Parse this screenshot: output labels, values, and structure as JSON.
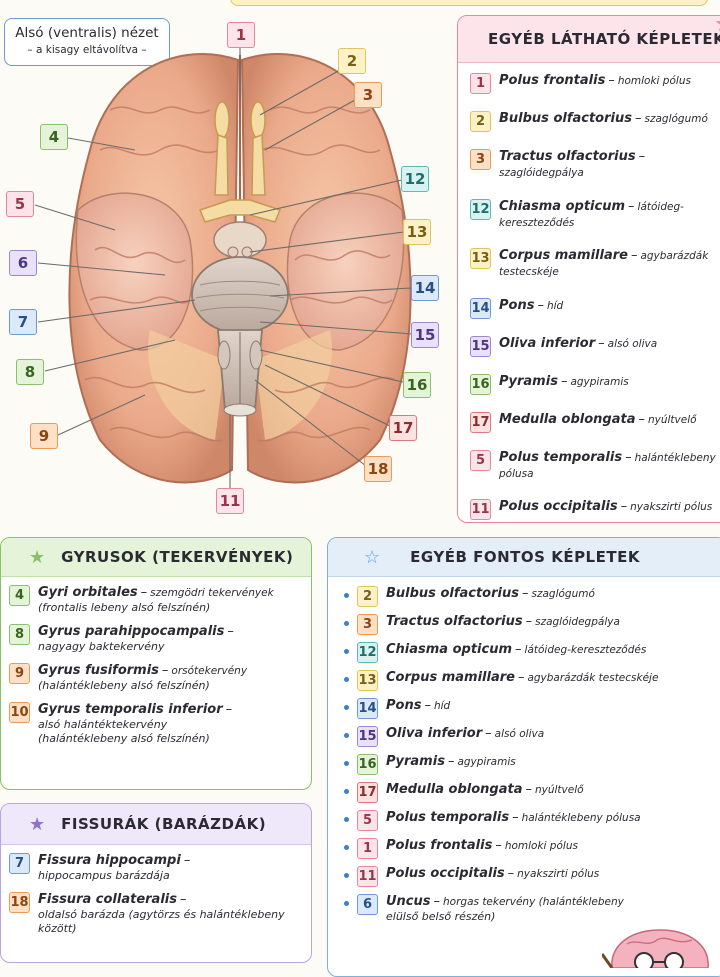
{
  "view": {
    "title": "Alsó (ventralis) nézet",
    "subtitle": "– a kisagy eltávolítva –"
  },
  "callouts": [
    "1",
    "2",
    "3",
    "4",
    "5",
    "6",
    "7",
    "8",
    "9",
    "11",
    "12",
    "13",
    "14",
    "15",
    "16",
    "17",
    "18"
  ],
  "visible_panel": {
    "title": "EGYÉB LÁTHATÓ KÉPLETEK",
    "items": [
      {
        "num": "1",
        "latin": "Polus frontalis",
        "hun": "homloki pólus",
        "color": "pink"
      },
      {
        "num": "2",
        "latin": "Bulbus olfactorius",
        "hun": "szaglógumó",
        "color": "yellow"
      },
      {
        "num": "3",
        "latin": "Tractus olfactorius",
        "hun": "szaglóidegpálya",
        "color": "orange"
      },
      {
        "num": "12",
        "latin": "Chiasma opticum",
        "hun": "látóideg-kereszteződés",
        "color": "teal"
      },
      {
        "num": "13",
        "latin": "Corpus mamillare",
        "hun": "agybarázdák testecskéje",
        "color": "yellow"
      },
      {
        "num": "14",
        "latin": "Pons",
        "hun": "híd",
        "color": "blue"
      },
      {
        "num": "15",
        "latin": "Oliva inferior",
        "hun": "alsó oliva",
        "color": "purple"
      },
      {
        "num": "16",
        "latin": "Pyramis",
        "hun": "agypiramis",
        "color": "green"
      },
      {
        "num": "17",
        "latin": "Medulla oblongata",
        "hun": "nyúltvelő",
        "color": "red"
      },
      {
        "num": "5",
        "latin": "Polus temporalis",
        "hun": "halántéklebeny pólusa",
        "color": "pink"
      },
      {
        "num": "11",
        "latin": "Polus occipitalis",
        "hun": "nyakszirti pólus",
        "color": "pink"
      }
    ]
  },
  "gyrus_panel": {
    "title": "GYRUSOK (TEKERVÉNYEK)",
    "items": [
      {
        "num": "4",
        "latin": "Gyri orbitales",
        "hun": "szemgödri tekervények",
        "extra": "(frontalis lebeny alsó felszínén)",
        "color": "green"
      },
      {
        "num": "8",
        "latin": "Gyrus parahippocampalis",
        "hun": "",
        "extra": "nagyagy baktekervény",
        "color": "green"
      },
      {
        "num": "9",
        "latin": "Gyrus fusiformis",
        "hun": "orsótekervény",
        "extra": "(halántéklebeny alsó felszínén)",
        "color": "orange"
      },
      {
        "num": "10",
        "latin": "Gyrus temporalis inferior",
        "hun": "",
        "extra": "alsó halántéktekervény",
        "extra2": "(halántéklebeny alsó felszínén)",
        "color": "orange"
      }
    ]
  },
  "fissura_panel": {
    "title": "FISSURÁK (BARÁZDÁK)",
    "items": [
      {
        "num": "7",
        "latin": "Fissura hippocampi",
        "extra": "hippocampus barázdája",
        "color": "blue"
      },
      {
        "num": "18",
        "latin": "Fissura collateralis",
        "extra": "oldalsó barázda (agytörzs és halántéklebeny",
        "extra2": "között)",
        "color": "orange"
      }
    ]
  },
  "other_panel": {
    "title": "EGYÉB FONTOS KÉPLETEK",
    "items": [
      {
        "num": "2",
        "latin": "Bulbus olfactorius",
        "hun": "szaglógumó",
        "color": "yellow"
      },
      {
        "num": "3",
        "latin": "Tractus olfactorius",
        "hun": "szaglóidegpálya",
        "color": "orange"
      },
      {
        "num": "12",
        "latin": "Chiasma opticum",
        "hun": "látóideg-kereszteződés",
        "color": "teal"
      },
      {
        "num": "13",
        "latin": "Corpus mamillare",
        "hun": "agybarázdák testecskéje",
        "color": "yellow"
      },
      {
        "num": "14",
        "latin": "Pons",
        "hun": "híd",
        "color": "blue"
      },
      {
        "num": "15",
        "latin": "Oliva inferior",
        "hun": "alsó oliva",
        "color": "purple"
      },
      {
        "num": "16",
        "latin": "Pyramis",
        "hun": "agypiramis",
        "color": "green"
      },
      {
        "num": "17",
        "latin": "Medulla oblongata",
        "hun": "nyúltvelő",
        "color": "red"
      },
      {
        "num": "5",
        "latin": "Polus temporalis",
        "hun": "halántéklebeny pólusa",
        "color": "pink"
      },
      {
        "num": "1",
        "latin": "Polus frontalis",
        "hun": "homloki pólus",
        "color": "pink"
      },
      {
        "num": "11",
        "latin": "Polus occipitalis",
        "hun": "nyakszirti pólus",
        "color": "pink"
      },
      {
        "num": "6",
        "latin": "Uncus",
        "hun": "horgas tekervény (halántéklebeny",
        "hun2": "elülső belső részén)",
        "color": "blue"
      }
    ]
  }
}
